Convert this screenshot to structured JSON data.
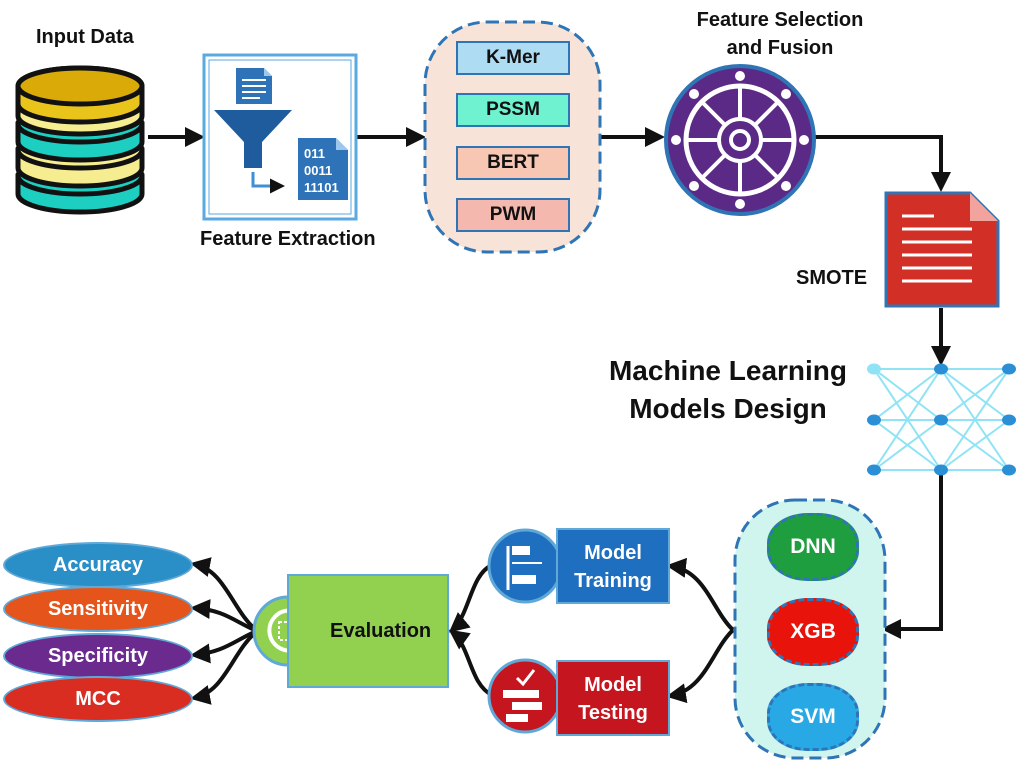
{
  "input": {
    "label": "Input Data"
  },
  "extraction": {
    "label": "Feature Extraction",
    "binary_lines": [
      "011",
      "0011",
      "11101"
    ]
  },
  "features": {
    "items": [
      "K-Mer",
      "PSSM",
      "BERT",
      "PWM"
    ]
  },
  "fusion": {
    "label_line1": "Feature Selection",
    "label_line2": "and Fusion"
  },
  "smote": {
    "label": "SMOTE"
  },
  "ml_design": {
    "line1": "Machine Learning",
    "line2": "Models Design"
  },
  "models": {
    "items": [
      "DNN",
      "XGB",
      "SVM"
    ]
  },
  "training": {
    "line1": "Model",
    "line2": "Training"
  },
  "testing": {
    "line1": "Model",
    "line2": "Testing"
  },
  "evaluation": {
    "label": "Evaluation"
  },
  "metrics": {
    "items": [
      "Accuracy",
      "Sensitivity",
      "Specificity",
      "MCC"
    ]
  },
  "colors": {
    "kmer": "#aedcf2",
    "pssm": "#6ff2cf",
    "bert": "#f7c7b4",
    "pwm": "#f4b8ae",
    "dnn": "#1e9e3e",
    "xgb": "#e8140c",
    "svm": "#29a8e6",
    "accuracy": "#2a8fc7",
    "sensitivity": "#e5551b",
    "specificity": "#6a2a8e",
    "mcc": "#d92d22",
    "fusion_purple": "#5b2a86",
    "smote_red": "#d22f26",
    "training_blue": "#1f6fc0",
    "testing_red": "#c5161f",
    "evaluation_green": "#92d050"
  }
}
